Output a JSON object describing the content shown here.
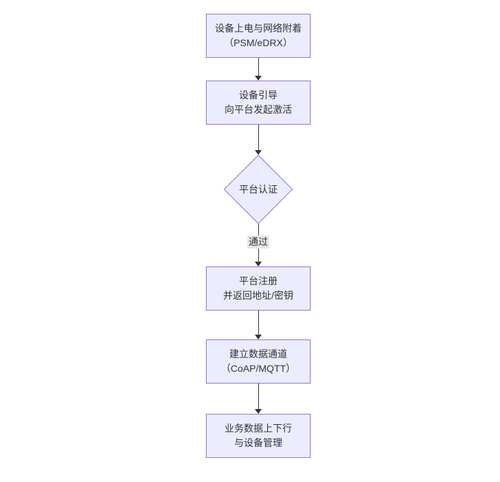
{
  "flowchart": {
    "colors": {
      "background": "#ffffff",
      "node_fill": "#ECECFF",
      "node_border": "#9370DB",
      "arrow": "#333333",
      "text": "#333333",
      "edge_label_bg": "#e8e8e8"
    },
    "direction": "top-down",
    "nodes": [
      {
        "id": "power-attach",
        "shape": "rect",
        "lines": [
          "设备上电与网络附着",
          "（PSM/eDRX）"
        ]
      },
      {
        "id": "bootstrap",
        "shape": "rect",
        "lines": [
          "设备引导",
          "向平台发起激活"
        ]
      },
      {
        "id": "platform-auth",
        "shape": "diamond",
        "lines": [
          "平台认证"
        ]
      },
      {
        "id": "platform-register",
        "shape": "rect",
        "lines": [
          "平台注册",
          "并返回地址/密钥"
        ]
      },
      {
        "id": "data-channel",
        "shape": "rect",
        "lines": [
          "建立数据通道",
          "（CoAP/MQTT）"
        ]
      },
      {
        "id": "business-data",
        "shape": "rect",
        "lines": [
          "业务数据上下行",
          "与设备管理"
        ]
      }
    ],
    "edges": [
      {
        "from": "power-attach",
        "to": "bootstrap",
        "label": ""
      },
      {
        "from": "bootstrap",
        "to": "platform-auth",
        "label": ""
      },
      {
        "from": "platform-auth",
        "to": "platform-register",
        "label": "通过"
      },
      {
        "from": "platform-register",
        "to": "data-channel",
        "label": ""
      },
      {
        "from": "data-channel",
        "to": "business-data",
        "label": ""
      }
    ]
  }
}
